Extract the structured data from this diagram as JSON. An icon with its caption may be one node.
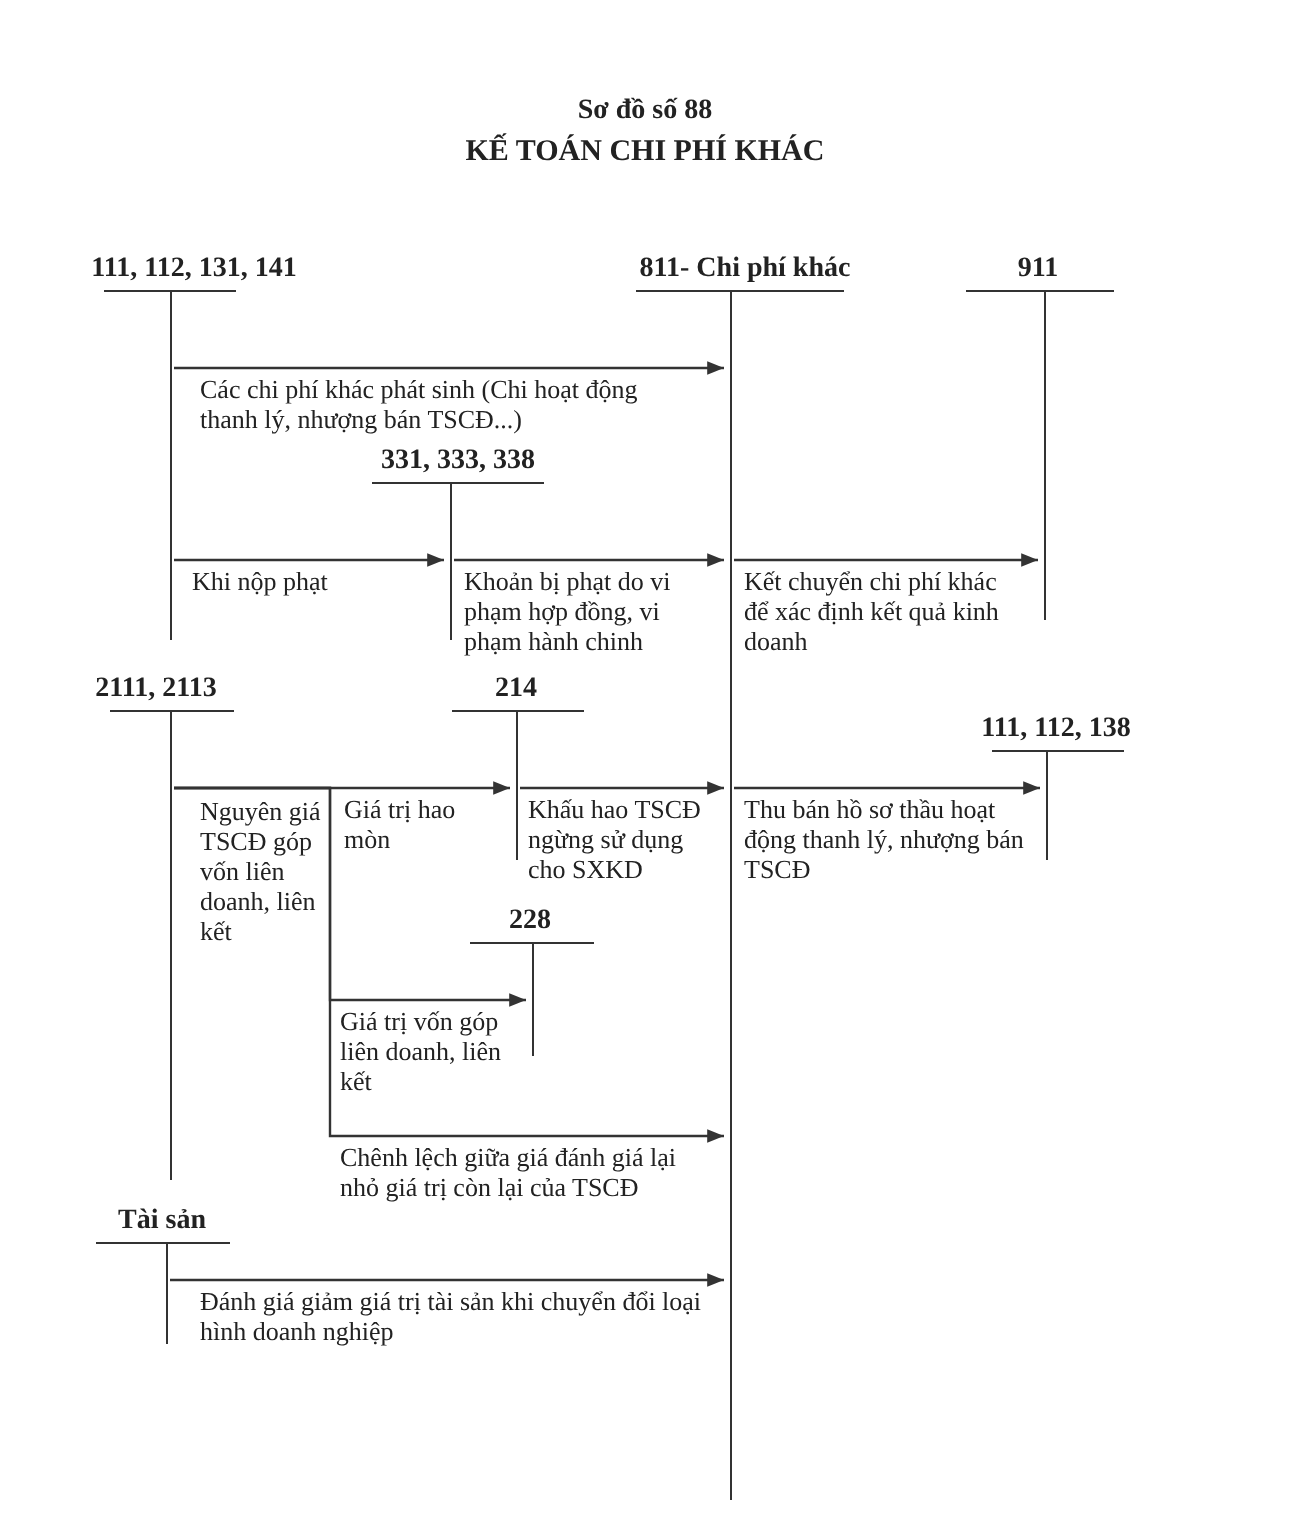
{
  "diagram": {
    "title": "KẾ TOÁN CHI PHÍ KHÁC",
    "nodes": [
      {
        "text": [
          "111, 112, 131, 141"
        ]
      },
      {
        "text": [
          "811- Chi phí khác"
        ]
      },
      {
        "text": [
          "911"
        ]
      },
      {
        "text": [
          "331, 333, 338"
        ]
      },
      {
        "text": [
          "2111, 2113"
        ]
      },
      {
        "text": [
          "214"
        ]
      },
      {
        "text": [
          "111, 112, 138"
        ]
      },
      {
        "text": [
          "228"
        ]
      },
      {
        "text": [
          "Tài sản"
        ]
      }
    ],
    "edges": [
      {
        "from": 0,
        "to": 1,
        "arrow": "to",
        "label": "Các chi phí khác phát sinh (Chi hoạt động thanh lý, nhượng bán TSCĐ...)"
      },
      {
        "from": 0,
        "to": 3,
        "arrow": "to",
        "label": "Khi nộp phạt"
      },
      {
        "from": 3,
        "to": 1,
        "arrow": "to",
        "label": "Khoản bị phạt do vi phạm hợp đồng, vi phạm hành chinh"
      },
      {
        "from": 1,
        "to": 2,
        "arrow": "to",
        "label": "Kết chuyển chi phí khác để xác định kết quả kinh doanh"
      },
      {
        "from": 4,
        "to": 5,
        "arrow": "to",
        "label": "Giá trị hao mòn"
      },
      {
        "from": 4,
        "to": 7,
        "arrow": "to",
        "label": "Giá trị vốn góp liên doanh, liên kết"
      },
      {
        "from": 4,
        "to": 1,
        "arrow": "to",
        "label": "Chênh lệch giữa giá đánh giá lại nhỏ giá trị còn lại của TSCĐ"
      },
      {
        "from": 5,
        "to": 1,
        "arrow": "to",
        "label": "Khấu hao TSCĐ ngừng sử dụng cho SXKD"
      },
      {
        "from": 1,
        "to": 6,
        "arrow": "to",
        "label": "Thu bán hồ sơ thầu hoạt động thanh lý, nhượng bán TSCĐ"
      },
      {
        "from": 8,
        "to": 1,
        "arrow": "to",
        "label": "Đánh giá giảm giá trị tài sản khi chuyển đổi loại hình doanh nghiệp"
      }
    ],
    "labels": [
      "Sơ đồ số 88",
      "Nguyên giá TSCĐ góp vốn liên doanh, liên kết"
    ]
  }
}
